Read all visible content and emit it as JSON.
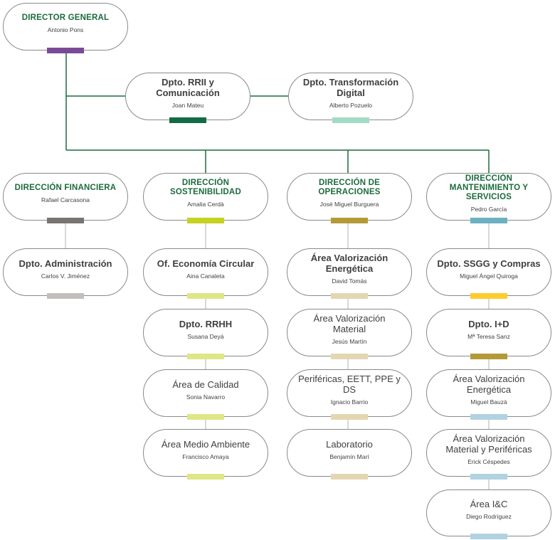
{
  "director": {
    "title": "DIRECTOR GENERAL",
    "person": "Antonio Pons",
    "color": "#7b4a96"
  },
  "staff": [
    {
      "title": "Dpto. RRII y Comunicación",
      "person": "Joan Mateu",
      "color": "#136b45"
    },
    {
      "title": "Dpto. Transformación Digital",
      "person": "Alberto Pozuelo",
      "color": "#a3dbc6"
    }
  ],
  "columns": [
    {
      "head": {
        "title": "DIRECCIÓN FINANCIERA",
        "person": "Rafael Carcasona",
        "color": "#7a7373"
      },
      "units": [
        {
          "title": "Dpto. Administración",
          "person": "Carlos V. Jiménez",
          "color": "#c2bebe"
        }
      ]
    },
    {
      "head": {
        "title": "DIRECCIÓN SOSTENIBILIDAD",
        "person": "Amalia Cerdà",
        "color": "#c5d21f"
      },
      "units": [
        {
          "title": "Of. Economía Circular",
          "person": "Aina Canaleta",
          "color": "#dfe686"
        },
        {
          "title": "Dpto. RRHH",
          "person": "Susana Deyá",
          "color": "#dfe686"
        },
        {
          "title": "Área de Calidad",
          "person": "Sonia Navarro",
          "color": "#dfe686"
        },
        {
          "title": "Área Medio Ambiente",
          "person": "Francisco Amaya",
          "color": "#dfe686"
        }
      ]
    },
    {
      "head": {
        "title": "DIRECCIÓN DE OPERACIONES",
        "person": "José Miguel Burguera",
        "color": "#b49a37"
      },
      "units": [
        {
          "title": "Área Valorización Energética",
          "person": "David Tomás",
          "color": "#e3d7b1"
        },
        {
          "title": "Área Valorización Material",
          "person": "Jesús Martín",
          "color": "#e3d7b1"
        },
        {
          "title": "Periféricas, EETT, PPE y DS",
          "person": "Ignacio Barrio",
          "color": "#e3d7b1"
        },
        {
          "title": "Laboratorio",
          "person": "Benjamín Marí",
          "color": "#e3d7b1"
        }
      ]
    },
    {
      "head": {
        "title": "DIRECCIÓN MANTENIMIENTO Y SERVICIOS",
        "person": "Pedro García",
        "color": "#6bb1c1"
      },
      "units": [
        {
          "title": "Dpto. SSGG y Compras",
          "person": "Miguel Ángel Quiroga",
          "color": "#ffcc2e"
        },
        {
          "title": "Dpto. I+D",
          "person": "Mª Teresa Sanz",
          "color": "#b49a37"
        },
        {
          "title": "Área Valorización Energética",
          "person": "Miguel Bauzà",
          "color": "#b1d2e0"
        },
        {
          "title": "Área Valorización Material y Periféricas",
          "person": "Erick Céspedes",
          "color": "#b1d2e0"
        },
        {
          "title": "Área I&C",
          "person": "Diego Rodríguez",
          "color": "#b1d2e0"
        }
      ]
    }
  ]
}
